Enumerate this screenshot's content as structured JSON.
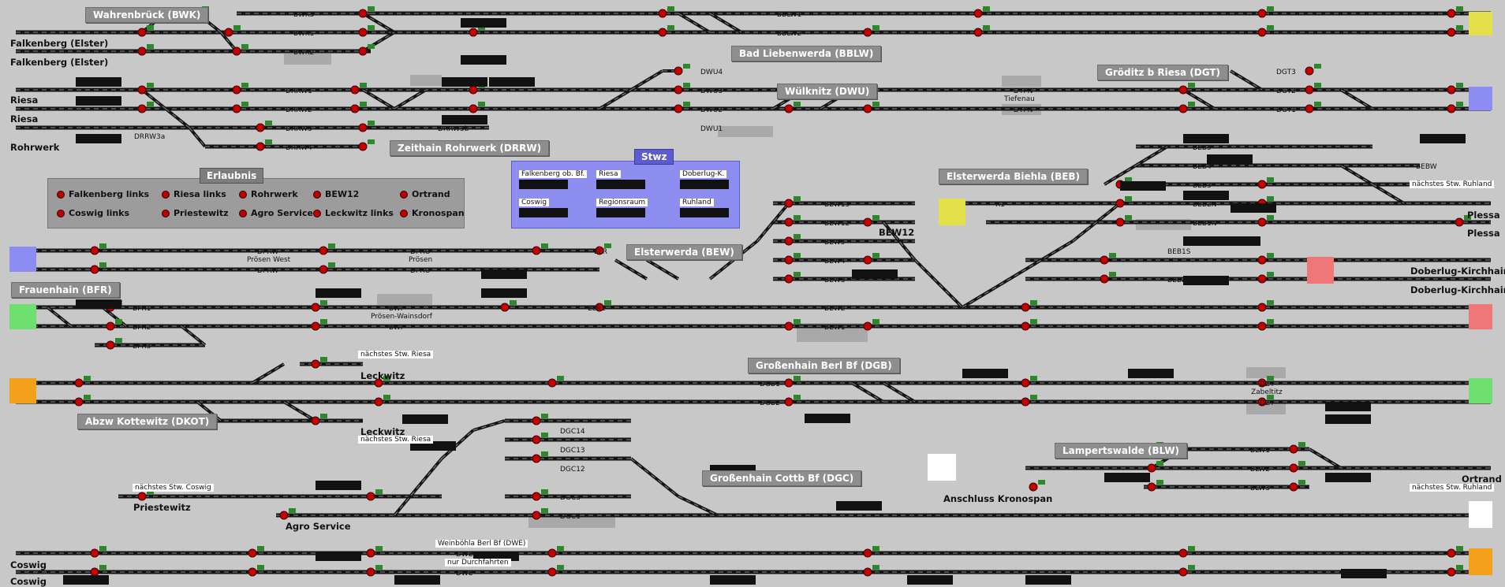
{
  "station_labels": [
    "Wahrenbrück (BWK)",
    "Bad Liebenwerda (BBLW)",
    "Wülknitz (DWU)",
    "Gröditz b Riesa (DGT)",
    "Zeithain Rohrwerk (DRRW)",
    "Elsterwerda Biehla (BEB)",
    "Elsterwerda (BEW)",
    "Frauenhain (BFR)",
    "Großenhain Berl Bf (DGB)",
    "Abzw Kottewitz (DKOT)",
    "Lampertswalde (BLW)",
    "Großenhain Cottb Bf (DGC)"
  ],
  "endpoint_labels": [
    "Falkenberg (Elster)",
    "Falkenberg (Elster)",
    "Riesa",
    "Riesa",
    "Rohrwerk",
    "Plessa",
    "Plessa",
    "Doberlug-Kirchhain",
    "Doberlug-Kirchhain",
    "Leckwitz",
    "Leckwitz",
    "Ortrand",
    "Anschluss Kronospan",
    "Priestewitz",
    "Agro Service",
    "Coswig",
    "Coswig",
    "BEW12"
  ],
  "track_labels": [
    "BWK3",
    "BWK1",
    "BWK2",
    "BBLW1",
    "BBLW2",
    "DWU4",
    "DWU3",
    "DWU2",
    "DWU1",
    "DTFN",
    "DTFN",
    "DGT3",
    "DGT2",
    "DGT1",
    "DRRW1",
    "DRRW2",
    "DRRW3",
    "DRRW4",
    "DRRW3a",
    "DRRW3b",
    "BEB5",
    "BEB4",
    "BEB3",
    "BEB2N",
    "BEB1N",
    "BEB1S",
    "BEB2S",
    "BEBW",
    "R1",
    "BEW13",
    "BEW12",
    "BEW5",
    "BEW4",
    "BEW3",
    "BEW2",
    "BEW1",
    "ELR",
    "ELR1",
    "DPRO",
    "DPRO",
    "DPRW",
    "DPRW",
    "BWP",
    "BWP",
    "BFR1",
    "BFR2",
    "BFR3",
    "DGB1",
    "DGB2",
    "DZT",
    "DZT",
    "DGC14",
    "DGC13",
    "DGC12",
    "DGC3",
    "DGC1",
    "BLW1",
    "BLW2",
    "BLW3",
    "DWE",
    "DWE"
  ],
  "notes": [
    "Tiefenau",
    "Prösen West",
    "Prösen",
    "Prösen-Wainsdorf",
    "nächstes Stw. Riesa",
    "nächstes Stw. Riesa",
    "nächstes Stw. Coswig",
    "Zabeltitz",
    "nächstes Stw. Ruhland",
    "nächstes Stw. Ruhland",
    "Weinböhla Berl Bf (DWE)",
    "nur Durchfahrten"
  ],
  "permissions": {
    "title": "Erlaubnis",
    "items": [
      "Falkenberg links",
      "Riesa links",
      "Rohrwerk",
      "BEW12",
      "Ortrand",
      "Coswig links",
      "Priestewitz",
      "Agro Service",
      "Leckwitz links",
      "Kronospan"
    ]
  },
  "stwtz": {
    "title": "Stwz",
    "cells": [
      "Falkenberg ob. Bf.",
      "Riesa",
      "Doberlug-K.",
      "Coswig",
      "Regionsraum",
      "Ruhland"
    ]
  },
  "colors": {
    "background": "#c8c8c8",
    "track": "#141414",
    "signal_red": "#c40000",
    "signal_green": "#2a8a2a",
    "yellow_box": "#e4e04a",
    "blue_box": "#8c8cf2",
    "green_box": "#6fe06f",
    "red_box": "#ef7777",
    "orange_box": "#f3a01a"
  }
}
